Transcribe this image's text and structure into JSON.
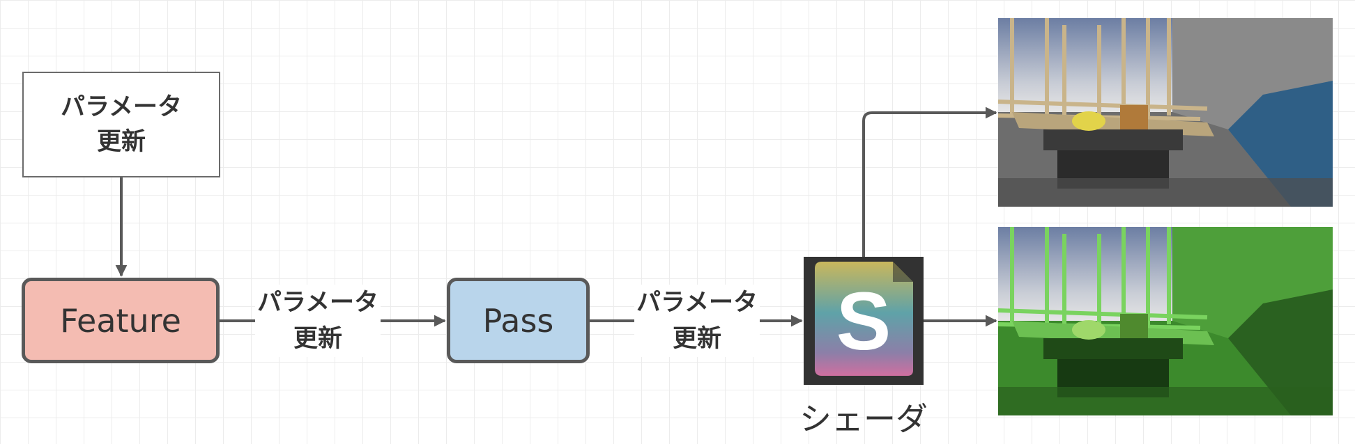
{
  "nodes": {
    "param_update_top": {
      "line1": "パラメータ",
      "line2": "更新"
    },
    "feature": "Feature",
    "pass": "Pass",
    "shader_caption": "シェーダ",
    "shader_icon_letter": "S"
  },
  "edge_labels": [
    {
      "line1": "パラメータ",
      "line2": "更新"
    },
    {
      "line1": "パラメータ",
      "line2": "更新"
    }
  ],
  "colors": {
    "feature_fill": "#f4bcb2",
    "pass_fill": "#b9d5eb",
    "arrow": "#595959",
    "scene_tint": "#3fae2a"
  },
  "images": [
    {
      "name": "scene-render-normal",
      "icon": "construction-site-render"
    },
    {
      "name": "scene-render-green",
      "icon": "construction-site-render-green-tint"
    }
  ]
}
